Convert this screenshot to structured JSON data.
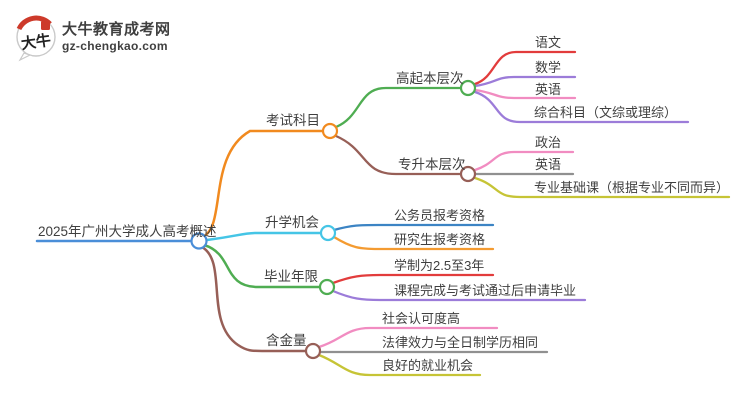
{
  "logo": {
    "site_name": "大牛教育成考网",
    "site_url": "gz-chengkao.com",
    "icon_text": "大牛",
    "brand_color": "#2f9e49",
    "seal_color": "#cd3a2a"
  },
  "colors": {
    "blue": "#4a8ed8",
    "orange": "#f18a1f",
    "cyan": "#45c5e6",
    "green": "#4fad52",
    "brown": "#975f57",
    "red": "#e23c3c",
    "purple": "#9c7cd9",
    "pink": "#f18cc1",
    "gray": "#909090",
    "olive": "#c6c436",
    "child_blue": "#3c84c4",
    "child_orange": "#f49b31",
    "text": "#3f3f3f"
  },
  "mindmap": {
    "central": "2025年广州大学成人高考概述",
    "branches": [
      {
        "label": "考试科目",
        "children": [
          {
            "label": "高起本层次",
            "children": [
              {
                "label": "语文"
              },
              {
                "label": "数学"
              },
              {
                "label": "英语"
              },
              {
                "label": "综合科目（文综或理综）"
              }
            ]
          },
          {
            "label": "专升本层次",
            "children": [
              {
                "label": "政治"
              },
              {
                "label": "英语"
              },
              {
                "label": "专业基础课（根据专业不同而异）"
              }
            ]
          }
        ]
      },
      {
        "label": "升学机会",
        "children": [
          {
            "label": "公务员报考资格"
          },
          {
            "label": "研究生报考资格"
          }
        ]
      },
      {
        "label": "毕业年限",
        "children": [
          {
            "label": "学制为2.5至3年"
          },
          {
            "label": "课程完成与考试通过后申请毕业"
          }
        ]
      },
      {
        "label": "含金量",
        "children": [
          {
            "label": "社会认可度高"
          },
          {
            "label": "法律效力与全日制学历相同"
          },
          {
            "label": "良好的就业机会"
          }
        ]
      }
    ]
  }
}
